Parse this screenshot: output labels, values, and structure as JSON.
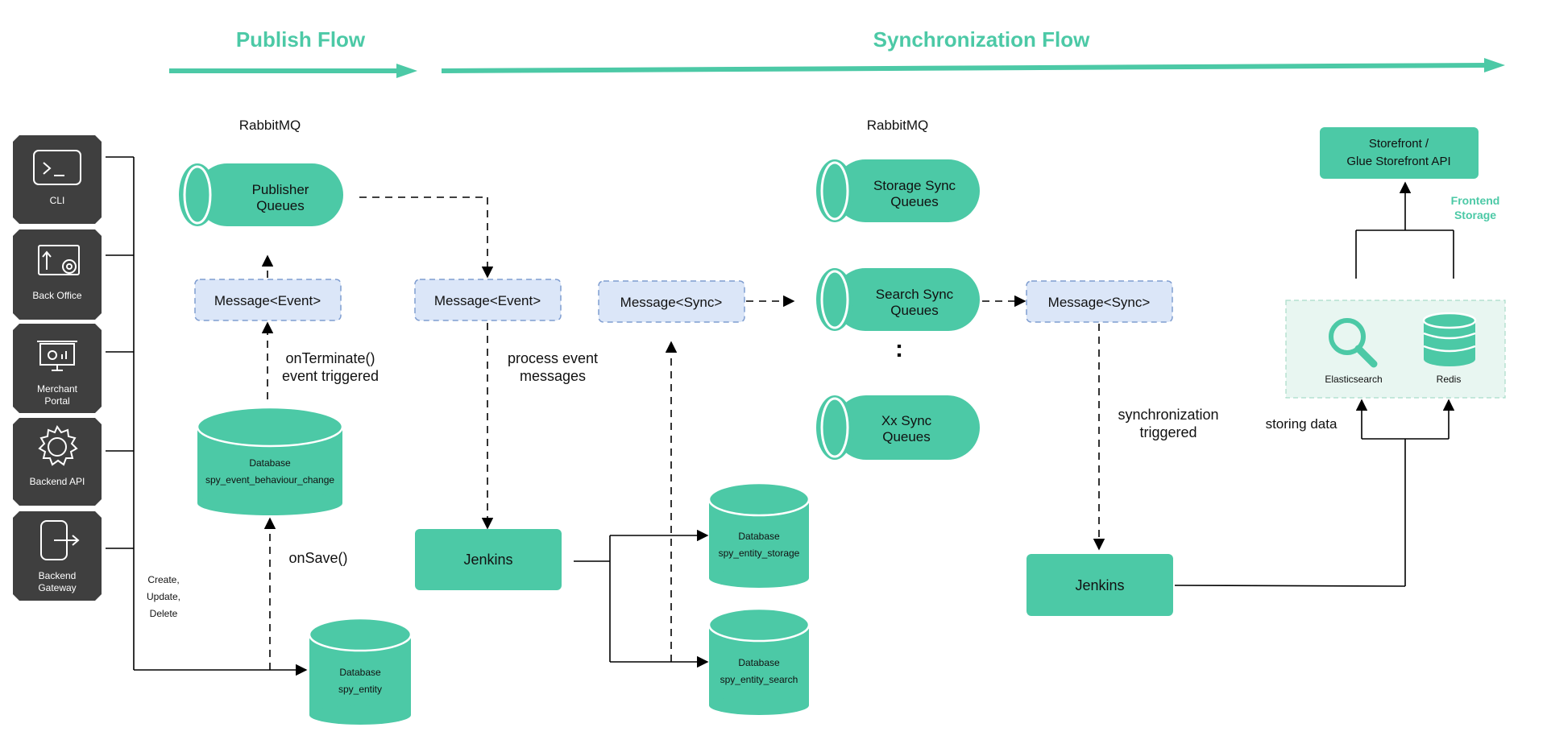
{
  "colors": {
    "accent": "#4cc9a6",
    "message_fill": "#dbe6f8",
    "message_border": "#7f9dd0",
    "sidebar": "#3f3f3f",
    "storage_panel": "#e8f6f1"
  },
  "flows": {
    "publish": "Publish Flow",
    "sync": "Synchronization Flow"
  },
  "sidebar": {
    "items": [
      {
        "label": "CLI",
        "icon": "terminal-icon"
      },
      {
        "label": "Back Office",
        "icon": "back-office-icon"
      },
      {
        "label": "Merchant Portal",
        "label_lines": [
          "Merchant",
          "Portal"
        ],
        "icon": "merchant-portal-icon"
      },
      {
        "label": "Backend API",
        "icon": "gear-icon"
      },
      {
        "label": "Backend Gateway",
        "label_lines": [
          "Backend",
          "Gateway"
        ],
        "icon": "gateway-icon"
      }
    ]
  },
  "publish": {
    "rabbitmq_label": "RabbitMQ",
    "publisher_queue": [
      "Publisher",
      "Queues"
    ],
    "message_event_left": "Message<Event>",
    "message_event_right": "Message<Event>",
    "on_terminate": [
      "onTerminate()",
      "event triggered"
    ],
    "event_db": [
      "Database",
      "spy_event_behaviour_change"
    ],
    "on_save": "onSave()",
    "crud": [
      "Create,",
      "Update,",
      "Delete"
    ],
    "entity_db": [
      "Database",
      "spy_entity"
    ],
    "process_event": [
      "process event",
      "messages"
    ],
    "jenkins": "Jenkins"
  },
  "sync": {
    "rabbitmq_label": "RabbitMQ",
    "message_sync_left": "Message<Sync>",
    "storage_queue": [
      "Storage Sync",
      "Queues"
    ],
    "search_queue": [
      "Search Sync",
      "Queues"
    ],
    "ellipsis": ":",
    "xx_queue": [
      "Xx Sync",
      "Queues"
    ],
    "storage_db": [
      "Database",
      "spy_entity_storage"
    ],
    "search_db": [
      "Database",
      "spy_entity_search"
    ],
    "message_sync_right": "Message<Sync>",
    "sync_triggered": [
      "synchronization",
      "triggered"
    ],
    "jenkins": "Jenkins",
    "storing_data": "storing data",
    "storefront": [
      "Storefront /",
      "Glue Storefront API"
    ],
    "frontend_storage": [
      "Frontend",
      "Storage"
    ],
    "elasticsearch": "Elasticsearch",
    "redis": "Redis"
  }
}
